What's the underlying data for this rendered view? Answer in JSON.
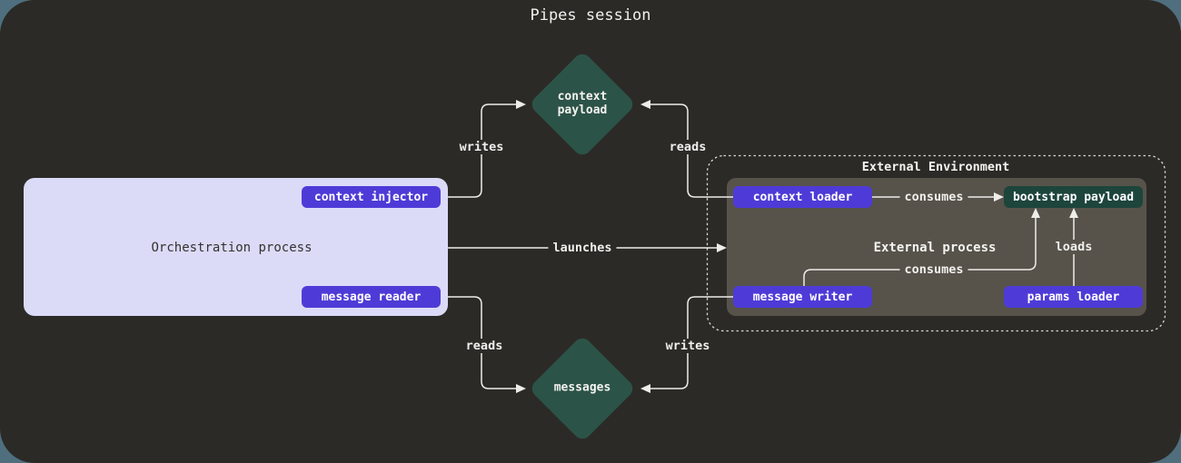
{
  "title": "Pipes session",
  "colors": {
    "page_bg": "#4f6f7e",
    "canvas_bg": "#2b2a27",
    "accent_purple": "#4e3bd7",
    "diamond_green": "#2c5348",
    "payload_green": "#1d453b",
    "orchestration_bg": "#dbdbf8",
    "external_process_bg": "#57534b",
    "line": "#eeede9"
  },
  "orchestration": {
    "label": "Orchestration process",
    "context_injector": "context injector",
    "message_reader": "message reader"
  },
  "external_environment": {
    "label": "External Environment",
    "process_label": "External process",
    "context_loader": "context loader",
    "bootstrap_payload": "bootstrap payload",
    "message_writer": "message writer",
    "params_loader": "params loader"
  },
  "diamonds": {
    "context_payload": "context payload",
    "messages": "messages"
  },
  "edge_labels": {
    "writes_top": "writes",
    "reads_top": "reads",
    "launches": "launches",
    "consumes_top": "consumes",
    "consumes_bottom": "consumes",
    "loads": "loads",
    "reads_bottom": "reads",
    "writes_bottom": "writes"
  }
}
